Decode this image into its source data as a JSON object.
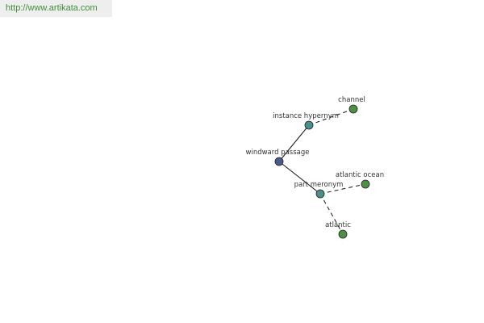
{
  "header": {
    "url_text": "http://www.artikata.com"
  },
  "graph": {
    "nodes": [
      {
        "id": "windward-passage",
        "label": "windward passage",
        "color": "#4a5a8c",
        "role": "root"
      },
      {
        "id": "instance-hypernym",
        "label": "instance hypernym",
        "color": "#4a8f8c",
        "role": "relation"
      },
      {
        "id": "channel",
        "label": "channel",
        "color": "#4f8f45",
        "role": "term"
      },
      {
        "id": "part-meronym",
        "label": "part meronym",
        "color": "#4a8f8c",
        "role": "relation"
      },
      {
        "id": "atlantic-ocean",
        "label": "atlantic ocean",
        "color": "#4f8f45",
        "role": "term"
      },
      {
        "id": "atlantic",
        "label": "atlantic",
        "color": "#4f8f45",
        "role": "term"
      }
    ],
    "edges": [
      {
        "from": "windward-passage",
        "to": "instance-hypernym",
        "style": "solid"
      },
      {
        "from": "windward-passage",
        "to": "part-meronym",
        "style": "solid"
      },
      {
        "from": "instance-hypernym",
        "to": "channel",
        "style": "dashed"
      },
      {
        "from": "part-meronym",
        "to": "atlantic-ocean",
        "style": "dashed"
      },
      {
        "from": "part-meronym",
        "to": "atlantic",
        "style": "dashed"
      }
    ]
  }
}
